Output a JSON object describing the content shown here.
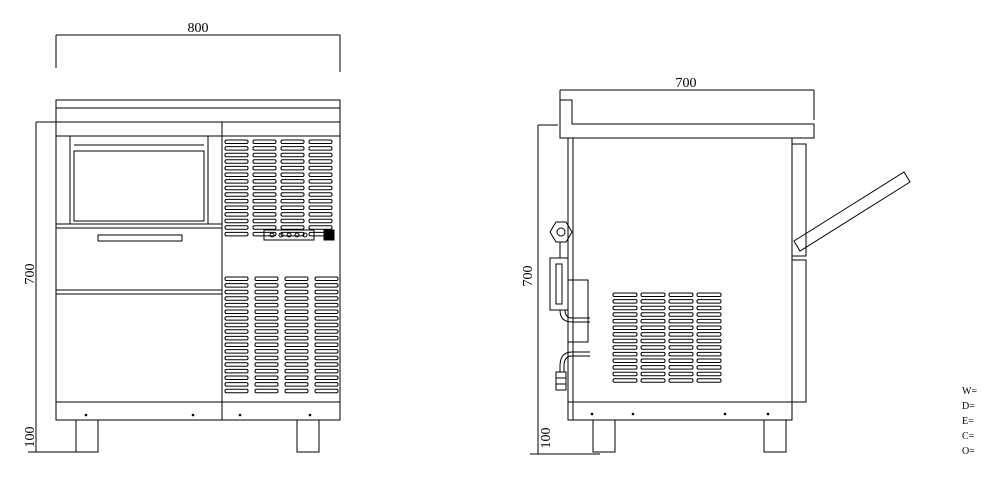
{
  "front_view": {
    "width_label": "800",
    "height_label": "700",
    "leg_label": "100"
  },
  "side_view": {
    "depth_label": "700",
    "height_label": "700",
    "leg_label": "100"
  },
  "legend": [
    "W=",
    "D=",
    "E=",
    "C=",
    "O="
  ]
}
